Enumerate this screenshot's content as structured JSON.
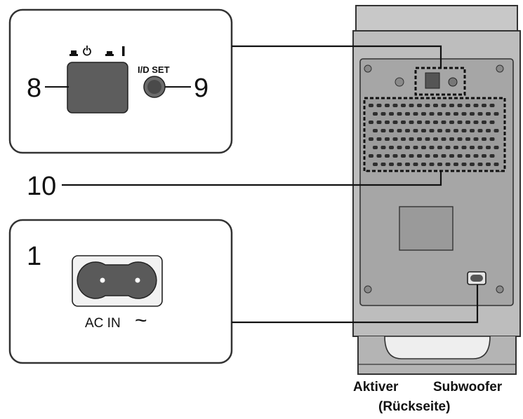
{
  "callouts": {
    "power_button": "8",
    "id_set_button": "9",
    "vent": "10",
    "ac_inlet": "1"
  },
  "labels": {
    "id_set": "I/D SET",
    "ac_in": "AC IN",
    "ac_symbol": "~"
  },
  "caption": {
    "line1_left": "Aktiver",
    "line1_right": "Subwoofer",
    "line2": "(Rückseite)"
  }
}
